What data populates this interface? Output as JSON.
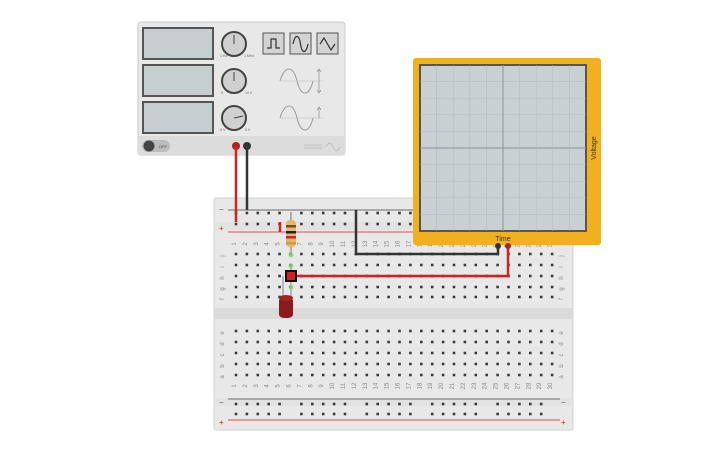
{
  "function_generator": {
    "display_count": 3,
    "knob_labels": [
      {
        "min": "1 Hz",
        "max": "1 MHz"
      },
      {
        "min": "0",
        "max": "10 V"
      },
      {
        "min": "-5 V",
        "max": "5 V"
      }
    ],
    "waveform_buttons": [
      "square-wave",
      "sine-wave",
      "triangle-wave"
    ],
    "power_label": "OFF"
  },
  "oscilloscope": {
    "x_label": "Time",
    "y_label": "Voltage",
    "frame_color": "#f0b020",
    "screen_color": "#c9d0d2"
  },
  "breadboard": {
    "columns": 30,
    "rows_top": [
      "j",
      "i",
      "h",
      "g",
      "f"
    ],
    "rows_bottom": [
      "e",
      "d",
      "c",
      "b",
      "a"
    ],
    "rail_minus": "−",
    "rail_plus": "+"
  },
  "colors": {
    "wire_red": "#d42020",
    "wire_black": "#333333",
    "led_red": "#8b1a1a",
    "rail_red": "#d42020",
    "rail_dark": "#444444"
  }
}
